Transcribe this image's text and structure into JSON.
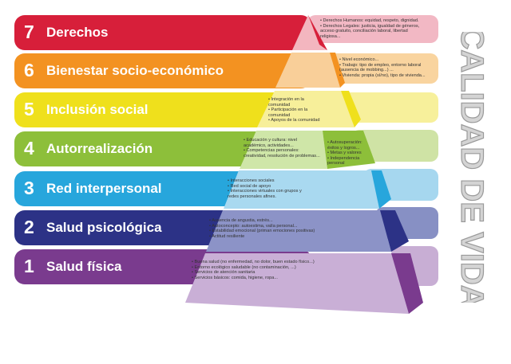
{
  "side_title": "CALIDAD DE VIDA",
  "levels": [
    {
      "num": "7",
      "title": "Derechos",
      "color": "#d71f3a"
    },
    {
      "num": "6",
      "title": "Bienestar socio-económico",
      "color": "#f39221"
    },
    {
      "num": "5",
      "title": "Inclusión social",
      "color": "#efe01c"
    },
    {
      "num": "4",
      "title": "Autorrealización",
      "color": "#8dbf3a"
    },
    {
      "num": "3",
      "title": "Red interpersonal",
      "color": "#27a6dc"
    },
    {
      "num": "2",
      "title": "Salud psicológica",
      "color": "#2c3286"
    },
    {
      "num": "1",
      "title": "Salud física",
      "color": "#7a3b8e"
    }
  ],
  "notes": {
    "derechos": [
      "• Derechos Humanos: equidad, respeto, dignidad.",
      "• Derechos Legales: justicia, igualdad de géneros,",
      "  acceso gratuito, conciliación laboral, libertad",
      "  religiosa..."
    ],
    "bienestar": [
      "• Nivel económico...",
      "• Trabajo: tipo de empleo, entorno laboral",
      "  (ausencia de mobbing...) ...",
      "• Vivienda: propia (sí/no), tipo de vivienda..."
    ],
    "inclusion": [
      "• Integración en la",
      "  comunidad",
      "• Participación en la",
      "  comunidad",
      "• Apoyos de la comunidad"
    ],
    "autorrealizacion_left": [
      "• Educación y cultura: nivel",
      "  académico, actividades...",
      "• Competencias personales:",
      "  creatividad, resolución de problemas..."
    ],
    "autorrealizacion_right": [
      "• Autosuperación:",
      "  éxitos y logros...",
      "• Metas y valores",
      "• Independencia personal"
    ],
    "red": [
      "• Interacciones sociales",
      "• Red social de apoyo",
      "• Interacciones virtuales con grupos y",
      "  redes personales afines."
    ],
    "salud_psicologica": [
      "• Ausencia de angustia, estrés...",
      "• Autoconcepto: autoestima, valía personal...",
      "• Estabilidad emocional (priman emociones positivas)",
      "• Actitud resiliente"
    ],
    "salud_fisica": [
      "• Buena salud (no enfermedad, no dolor, buen estado físico...)",
      "• Entorno ecológico saludable (no contaminación, ...)",
      "• Servicios de atención sanitaria",
      "• Servicios básicos: comida, higiene, ropa..."
    ]
  }
}
